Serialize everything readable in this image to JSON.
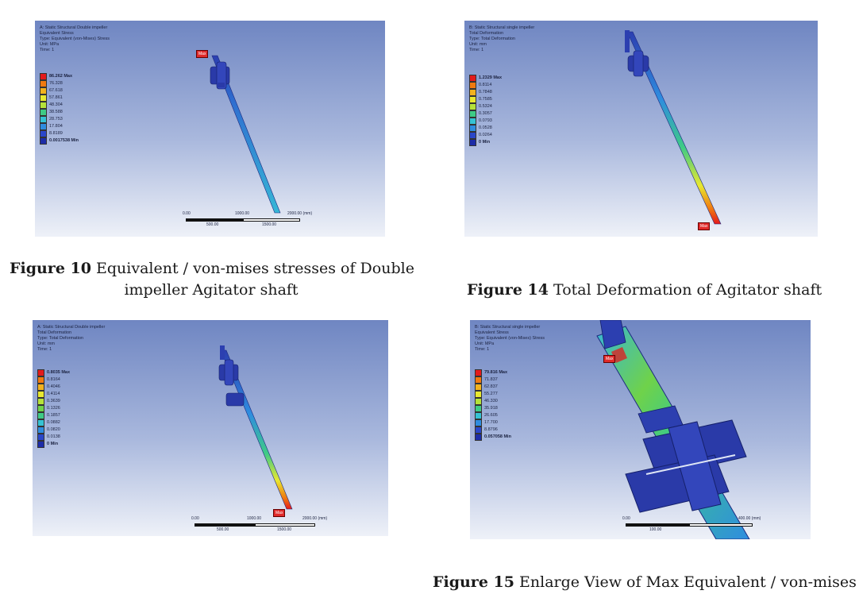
{
  "figures": [
    {
      "id": "p1",
      "header": [
        "A: Static Structural Double impeller",
        "Equivalent Stress",
        "Type: Equivalent (von-Mises) Stress",
        "Unit: MPa",
        "Time: 1"
      ],
      "legend": [
        "86.262 Max",
        "76.328",
        "67.618",
        "57.861",
        "48.304",
        "38.588",
        "28.753",
        "17.804",
        "8.8189",
        "0.0017538 Min"
      ],
      "max_tag": "Max",
      "scale": {
        "top": [
          "0.00",
          "1000.00",
          "2000.00 (mm)"
        ],
        "bottom": [
          "500.00",
          "1500.00"
        ]
      }
    },
    {
      "id": "p2",
      "header": [
        "B: Static Structural single impeller",
        "Total Deformation",
        "Type: Total Deformation",
        "Unit: mm",
        "Time: 1"
      ],
      "legend": [
        "1.2329 Max",
        "0.8114",
        "0.7848",
        "0.7585",
        "0.5324",
        "0.3057",
        "0.0793",
        "0.0528",
        "0.0264",
        "0 Min"
      ],
      "max_tag": "Max"
    },
    {
      "id": "p3",
      "header": [
        "A: Static Structural Double impeller",
        "Total Deformation",
        "Type: Total Deformation",
        "Unit: mm",
        "Time: 1"
      ],
      "legend": [
        "0.8035 Max",
        "0.8164",
        "0.4046",
        "0.4114",
        "0.3639",
        "0.1326",
        "0.1857",
        "0.0882",
        "0.0820",
        "0.0138",
        "0 Min"
      ],
      "max_tag": "Max",
      "scale": {
        "top": [
          "0.00",
          "1000.00",
          "2000.00 (mm)"
        ],
        "bottom": [
          "500.00",
          "1500.00"
        ]
      }
    },
    {
      "id": "p4",
      "header": [
        "B: Static Structural single impeller",
        "Equivalent Stress",
        "Type: Equivalent (von-Mises) Stress",
        "Unit: MPa",
        "Time: 1"
      ],
      "legend": [
        "79.816 Max",
        "71.837",
        "62.837",
        "55.277",
        "46.330",
        "35.918",
        "26.605",
        "17.700",
        "8.8796",
        "0.057058 Min"
      ],
      "max_tag": "Max",
      "scale": {
        "top": [
          "0.00",
          "",
          "400.00 (mm)"
        ],
        "bottom": [
          "100.00"
        ]
      }
    }
  ],
  "captions": {
    "fig10": {
      "label": "Figure 10",
      "text_line1": " Equivalent / von-mises stresses of Double",
      "text_line2": "impeller Agitator shaft"
    },
    "fig14": {
      "label": "Figure 14",
      "text": " Total Deformation of Agitator shaft"
    },
    "fig15": {
      "label": "Figure 15",
      "text": " Enlarge View of Max Equivalent / von-mises"
    }
  },
  "colors": {
    "legend_scale": [
      "#e31a1c",
      "#f07a10",
      "#f2b21e",
      "#e8e830",
      "#b5e23a",
      "#6fd24a",
      "#3ecb86",
      "#35c3d4",
      "#2f8ddf",
      "#2a47c9",
      "#1d2da8"
    ],
    "shaft_blue": "#2c3fb0",
    "shaft_cyan": "#37b6d6",
    "max_red": "#e02a2a"
  }
}
